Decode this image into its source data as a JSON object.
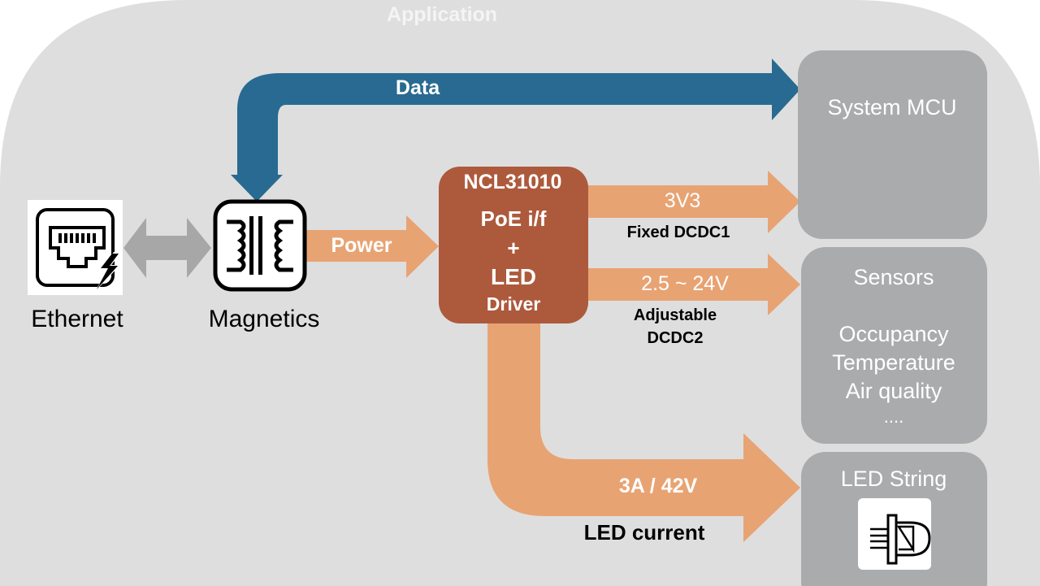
{
  "diagram": {
    "container_title": "Application",
    "colors": {
      "container": "#dedede",
      "data_arrow": "#286a91",
      "power_arrow": "#e8a373",
      "chip": "#ad5a3c",
      "block": "#a9abad",
      "bidir_arrow": "#a7a7a7"
    },
    "ethernet": {
      "label": "Ethernet",
      "icon": "ethernet-poe-icon"
    },
    "magnetics": {
      "label": "Magnetics",
      "icon": "transformer-icon"
    },
    "data_arrow": {
      "label": "Data"
    },
    "power_arrow": {
      "label": "Power"
    },
    "chip": {
      "line1": "NCL31010",
      "line2": "PoE i/f",
      "line3": "+",
      "line4": "LED",
      "line5": "Driver"
    },
    "rail1": {
      "value": "3V3",
      "caption": "Fixed DCDC1"
    },
    "rail2": {
      "value": "2.5 ~ 24V",
      "caption_line1": "Adjustable",
      "caption_line2": "DCDC2"
    },
    "led_output": {
      "value": "3A / 42V",
      "caption": "LED current"
    },
    "blocks": {
      "mcu": {
        "title": "System MCU"
      },
      "sensors": {
        "title": "Sensors",
        "items": [
          "Occupancy",
          "Temperature",
          "Air quality",
          "...."
        ]
      },
      "led_string": {
        "title": "LED String",
        "icon": "led-icon"
      }
    }
  }
}
